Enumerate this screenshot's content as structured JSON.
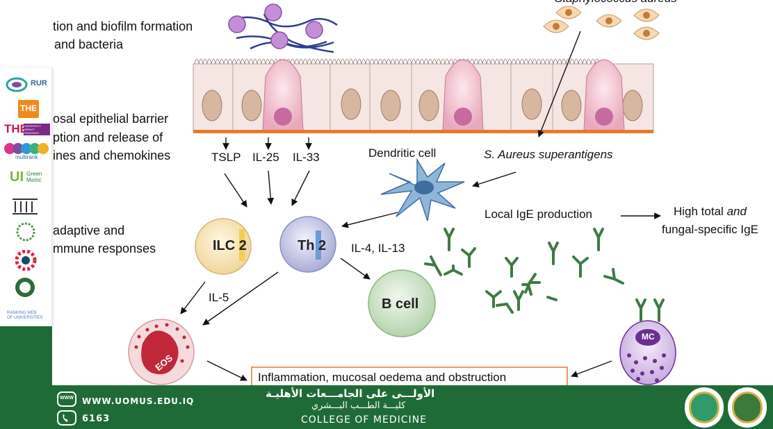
{
  "texts": {
    "biofilm_line1": "tion and biofilm formation",
    "biofilm_line2": "and bacteria",
    "barrier_line1": "osal epithelial barrier",
    "barrier_line2": "ption and release of",
    "barrier_line3": "ines and chemokines",
    "immune_line1": "adaptive and",
    "immune_line2": "mmune responses",
    "staph_partial": "Staphylococcus aureus",
    "tslp": "TSLP",
    "il25": "IL-25",
    "il33": "IL-33",
    "dendritic": "Dendritic cell",
    "superantigens": "S. Aureus superantigens",
    "local_ige": "Local IgE production",
    "high_total_1": "High total",
    "high_total_and": "and",
    "high_total_2": "fungal-specific IgE",
    "ilc2": "ILC 2",
    "th2": "Th 2",
    "il4_il13": "IL-4, IL-13",
    "il5": "IL-5",
    "bcell": "B cell",
    "eos": "EOS",
    "mc": "MC",
    "inflammation": "Inflammation, mucosal oedema and obstruction"
  },
  "logos": {
    "rur": "RUR",
    "the": "THE",
    "the_impact": "THE",
    "the_impact_sub": "UNIVERSITY IMPACT RANKINGS",
    "multirank": "multirank",
    "ui": "UI",
    "green": "Green",
    "metric": "Metric",
    "webometrics_1": "RANKING WEB",
    "webometrics_2": "OF UNIVERSITIES"
  },
  "footer": {
    "website": "WWW.UOMUS.EDU.IQ",
    "www_icon_text": "WWW",
    "phone": "6163",
    "arabic_uni": "الأولـــى على الجامـــعات الأهليـة",
    "arabic_college": "كليـــة الطـــب البـــشري",
    "college": "COLLEGE OF MEDICINE"
  },
  "colors": {
    "footer_green": "#1f6b37",
    "barrier_orange": "#e87a2a",
    "ilc2_fill": "#f5dfae",
    "th2_fill": "#c9cbe6",
    "bcell_fill": "#cfe3c9",
    "antibody_green": "#3f7a45",
    "eos_red": "#c0283a",
    "mc_purple": "#6a2f8f",
    "inflammation_border": "#e8753a"
  }
}
